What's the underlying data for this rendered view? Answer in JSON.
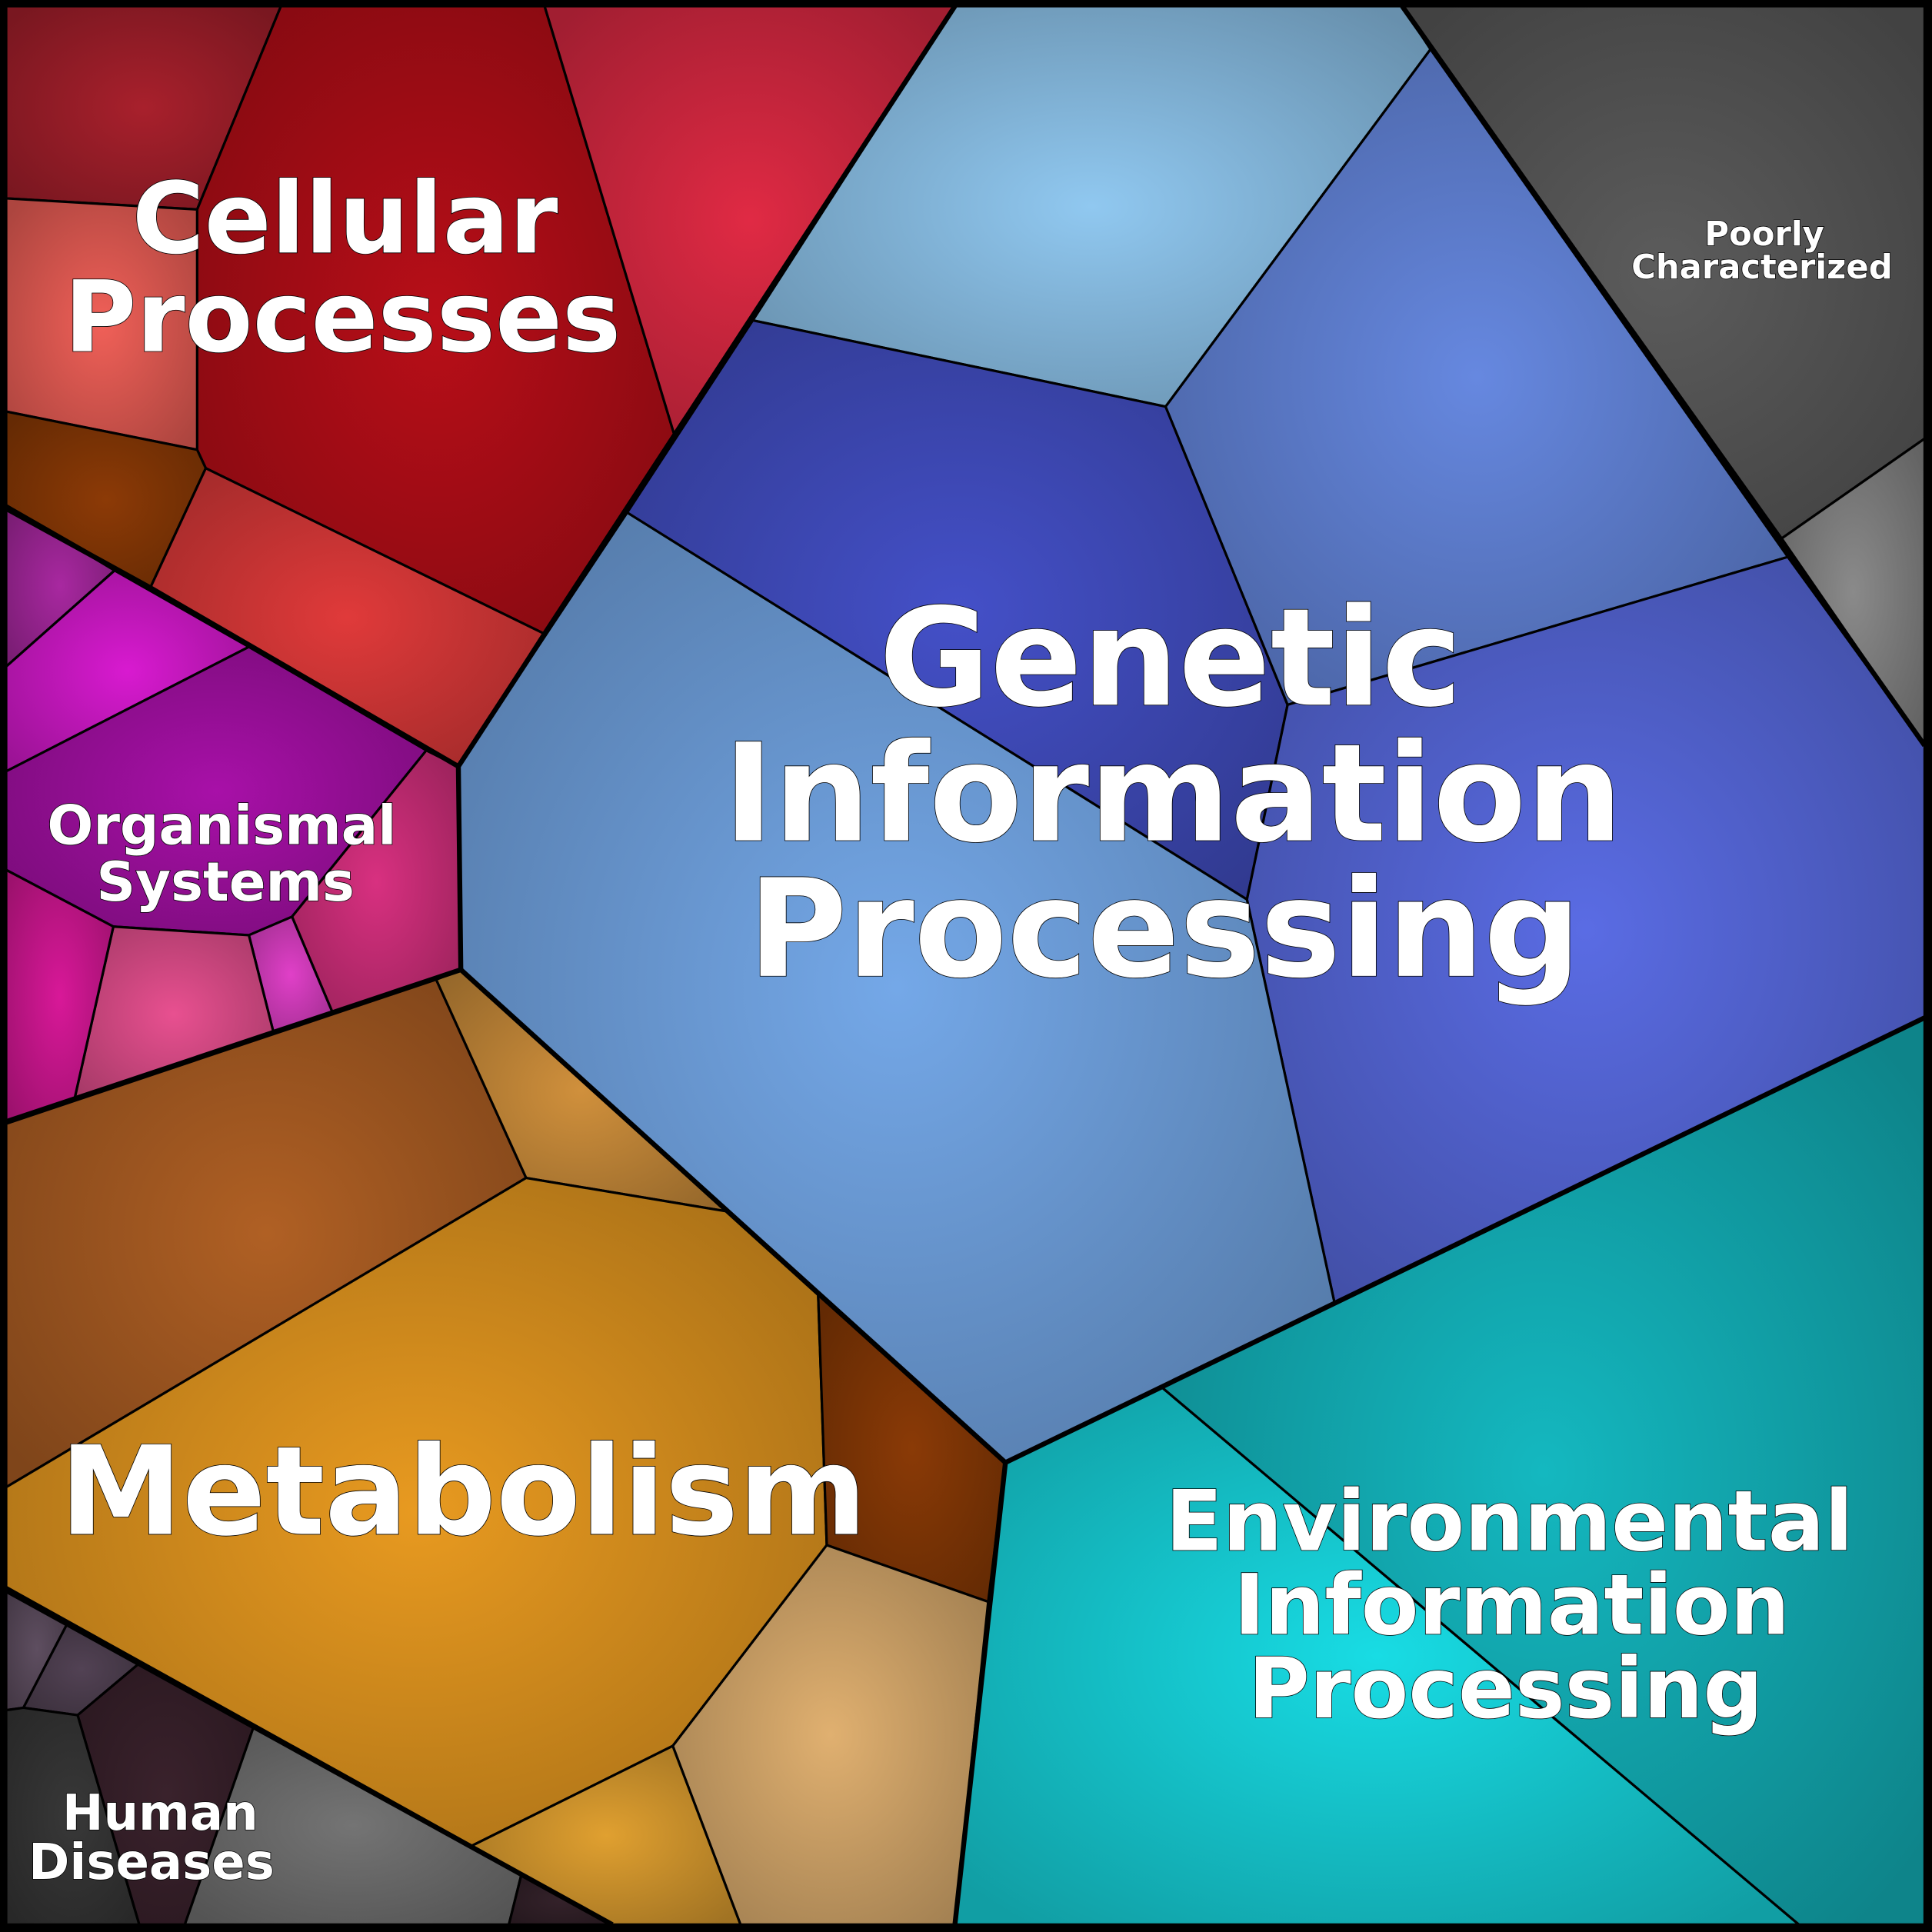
{
  "categories": {
    "cellular": {
      "label_lines": [
        "Cellular",
        "Processes"
      ],
      "colors": [
        "#a8202c",
        "#b80e18",
        "#e02a44",
        "#f06058",
        "#8c3a06",
        "#e03a3a"
      ]
    },
    "organismal": {
      "label_lines": [
        "Organismal",
        "Systems"
      ],
      "colors": [
        "#a828a0",
        "#d81ad0",
        "#a810a8",
        "#d83080",
        "#e040c8",
        "#e85090",
        "#d81898"
      ]
    },
    "genetic": {
      "label_lines": [
        "Genetic",
        "Information",
        "Processing"
      ],
      "colors": [
        "#90c8f0",
        "#4450c8",
        "#6688e0",
        "#5a6ce4",
        "#74a8e8"
      ]
    },
    "poorly": {
      "label_lines": [
        "Poorly",
        "Characterized"
      ],
      "colors": [
        "#5c5c5c",
        "#8a8a8a"
      ]
    },
    "environmental": {
      "label_lines": [
        "Environmental",
        "Information",
        "Processing"
      ],
      "colors": [
        "#18dce4",
        "#14b8c0"
      ]
    },
    "metabolism": {
      "label_lines": [
        "Metabolism"
      ],
      "colors": [
        "#b06024",
        "#d0903c",
        "#e89a20",
        "#8a3a06",
        "#e0b070",
        "#e0a030"
      ]
    },
    "human": {
      "label_lines": [
        "Human",
        "Diseases"
      ],
      "colors": [
        "#5e4e60",
        "#524254",
        "#3a222c",
        "#383838",
        "#747474",
        "#34222a"
      ]
    }
  }
}
